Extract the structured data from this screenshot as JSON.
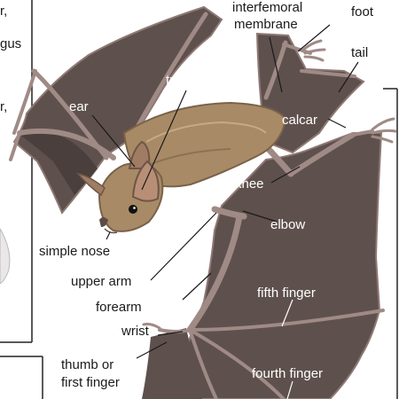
{
  "labels": {
    "foot": "foot",
    "interfemoral_line1": "interfemoral",
    "interfemoral_line2": "membrane",
    "tail": "tail",
    "tragus": "tragus",
    "ear": "ear",
    "calcar": "calcar",
    "knee": "knee",
    "elbow": "elbow",
    "simple_nose": "simple nose",
    "upper_arm": "upper arm",
    "fifth_finger": "fifth finger",
    "forearm": "forearm",
    "wrist": "wrist",
    "thumb_line1": "thumb or",
    "thumb_line2": "first finger",
    "fourth_finger": "fourth finger"
  },
  "edge_fragments": {
    "top_left_1": "r,",
    "top_left_2": "gus",
    "mid_left": "r,"
  },
  "colors": {
    "membrane": "#5e514d",
    "membrane_dark": "#4a3f3c",
    "bone": "#a08a86",
    "bone_light": "#c2aaa4",
    "fur": "#a88a66",
    "fur_dark": "#7a6248",
    "leader": "#1a1a1a",
    "leader_light": "#ffffff",
    "frame": "#222222"
  }
}
